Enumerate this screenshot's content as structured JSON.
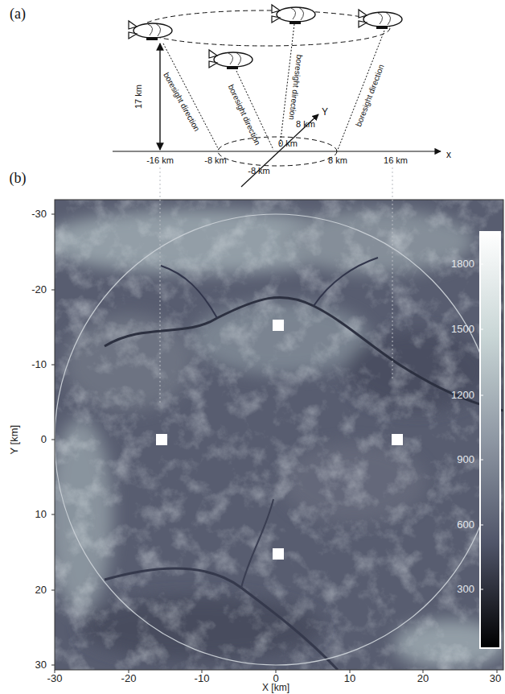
{
  "diagram": {
    "labels": [
      "(a)",
      "17 km",
      "boresight direction",
      "boresight direction",
      "boresight direction",
      "boresight direction",
      "Y",
      "8 km",
      "-16 km",
      "-8 km",
      "0 km",
      "8 km",
      "16 km",
      "-8 km",
      "x",
      "(b)",
      "-30",
      "-20",
      "-10",
      "0",
      "10",
      "20",
      "30",
      "Y [km]",
      "-30",
      "-20",
      "-10",
      "0",
      "10",
      "20",
      "30",
      "X [km]",
      "1800",
      "1500",
      "1200",
      "900",
      "600",
      "300"
    ]
  }
}
